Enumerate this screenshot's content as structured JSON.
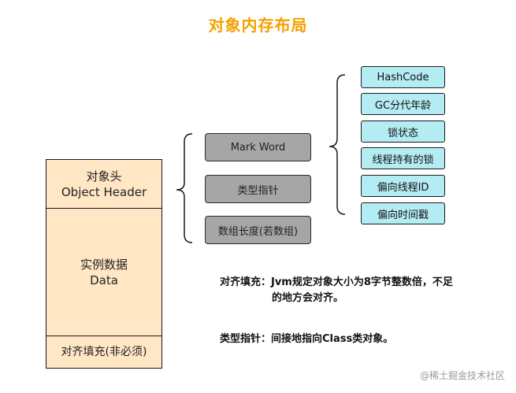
{
  "title": "对象内存布局",
  "memory": {
    "header_cn": "对象头",
    "header_en": "Object Header",
    "data_cn": "实例数据",
    "data_en": "Data",
    "padding": "对齐填充(非必须)"
  },
  "header_parts": [
    "Mark Word",
    "类型指针",
    "数组长度(若数组)"
  ],
  "markword_parts": [
    "HashCode",
    "GC分代年龄",
    "锁状态",
    "线程持有的锁",
    "偏向线程ID",
    "偏向时间戳"
  ],
  "notes": {
    "padding_line1": "对齐填充：Jvm规定对象大小为8字节整数倍，不足",
    "padding_line2": "的地方会对齐。",
    "klass": "类型指针：间接地指向Class类对象。"
  },
  "watermark": "@稀土掘金技术社区",
  "colors": {
    "title": "#f5a000",
    "memory_fill": "#ffe6c4",
    "gray_box": "#a6a6a6",
    "cyan_box": "#b4ecf3"
  }
}
